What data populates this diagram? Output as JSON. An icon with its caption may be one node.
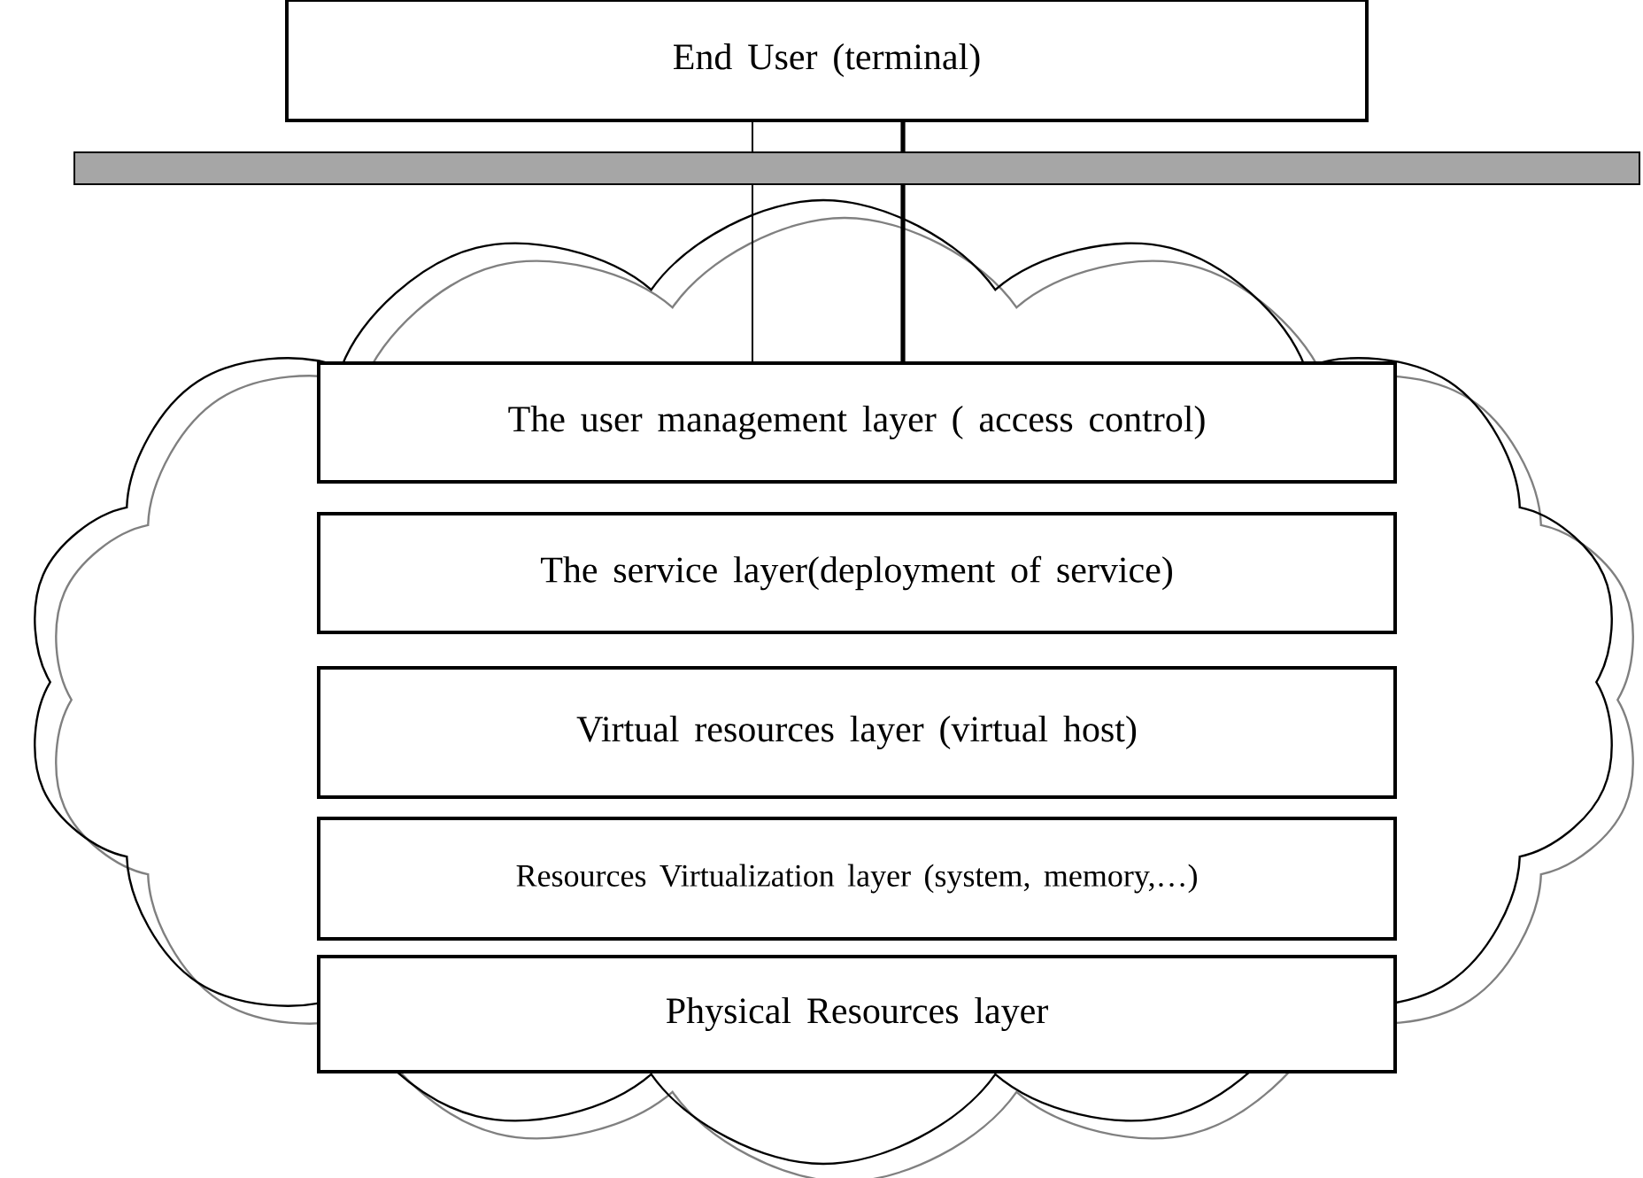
{
  "diagram": {
    "nodes": [
      {
        "text": [
          "End User (terminal)"
        ]
      },
      {
        "text": [],
        "shape": "bar"
      },
      {
        "text": [],
        "shape": "cloud"
      },
      {
        "text": [
          "The user management layer ( access control)"
        ],
        "in": 2
      },
      {
        "text": [
          "The service layer(deployment of service)"
        ],
        "in": 2
      },
      {
        "text": [
          "Virtual resources layer (virtual host)"
        ],
        "in": 2
      },
      {
        "text": [
          "Resources Virtualization layer (system, memory,…)"
        ],
        "in": 2
      },
      {
        "text": [
          "Physical Resources layer"
        ],
        "in": 2
      }
    ],
    "edges": [
      {
        "from": 0,
        "to": 1,
        "arrow": "none"
      },
      {
        "from": 0,
        "to": 1,
        "arrow": "none",
        "style": "thick"
      },
      {
        "from": 1,
        "to": 3,
        "arrow": "none"
      },
      {
        "from": 1,
        "to": 3,
        "arrow": "none",
        "style": "thick"
      }
    ]
  }
}
